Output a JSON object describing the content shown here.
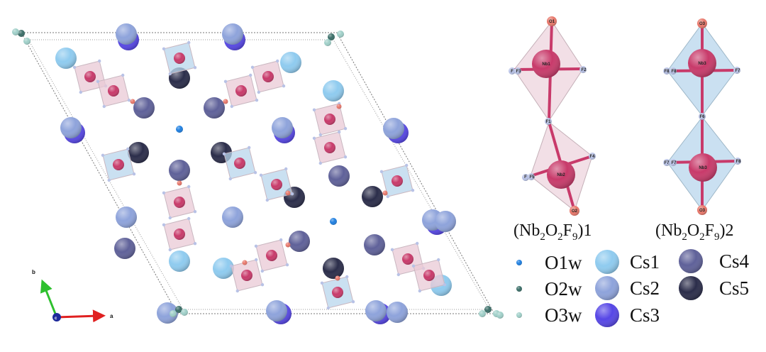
{
  "colors": {
    "O1w": "#1f7fe0",
    "O2w": "#3b6e68",
    "O3w": "#9fcfc8",
    "Cs1": "#8fcbef",
    "Cs2": "#8ea3db",
    "Cs3": "#5646e6",
    "Cs4": "#5f6199",
    "Cs5": "#2b2d4a",
    "Nb": "#c83a6a",
    "O": "#e8776a",
    "F": "#b8c2e6",
    "poly_pink": "#e9c9d6",
    "poly_blue": "#b8d6ec"
  },
  "axes": {
    "a": "a",
    "b": "b",
    "c": "c"
  },
  "cluster1": {
    "title_parts": [
      "(Nb",
      "2",
      "O",
      "2",
      "F",
      "9",
      ")1"
    ],
    "atoms": {
      "O1": "O1",
      "Nb1": "Nb1",
      "F3": "F3",
      "F3b": "F",
      "F2": "F2",
      "F1": "F1",
      "F4": "F4",
      "F5": "F5",
      "F5b": "F",
      "Nb2": "Nb2",
      "O2": "O2"
    }
  },
  "cluster2": {
    "title_parts": [
      "(Nb",
      "2",
      "O",
      "2",
      "F",
      "9",
      ")2"
    ],
    "atoms": {
      "O3top": "O3",
      "Nb3top": "Nb3",
      "F8a": "F8",
      "F8b": "F8",
      "F7top": "F7",
      "F6": "F6",
      "F7a": "F7",
      "F7b": "F7",
      "F8c": "F8",
      "Nb3bot": "Nb3",
      "O3bot": "O3"
    }
  },
  "legend": [
    {
      "key": "O1w",
      "label": "O1w"
    },
    {
      "key": "O2w",
      "label": "O2w"
    },
    {
      "key": "O3w",
      "label": "O3w"
    },
    {
      "key": "Cs1",
      "label": "Cs1"
    },
    {
      "key": "Cs2",
      "label": "Cs2"
    },
    {
      "key": "Cs3",
      "label": "Cs3"
    },
    {
      "key": "Cs4",
      "label": "Cs4"
    },
    {
      "key": "Cs5",
      "label": "Cs5"
    }
  ]
}
